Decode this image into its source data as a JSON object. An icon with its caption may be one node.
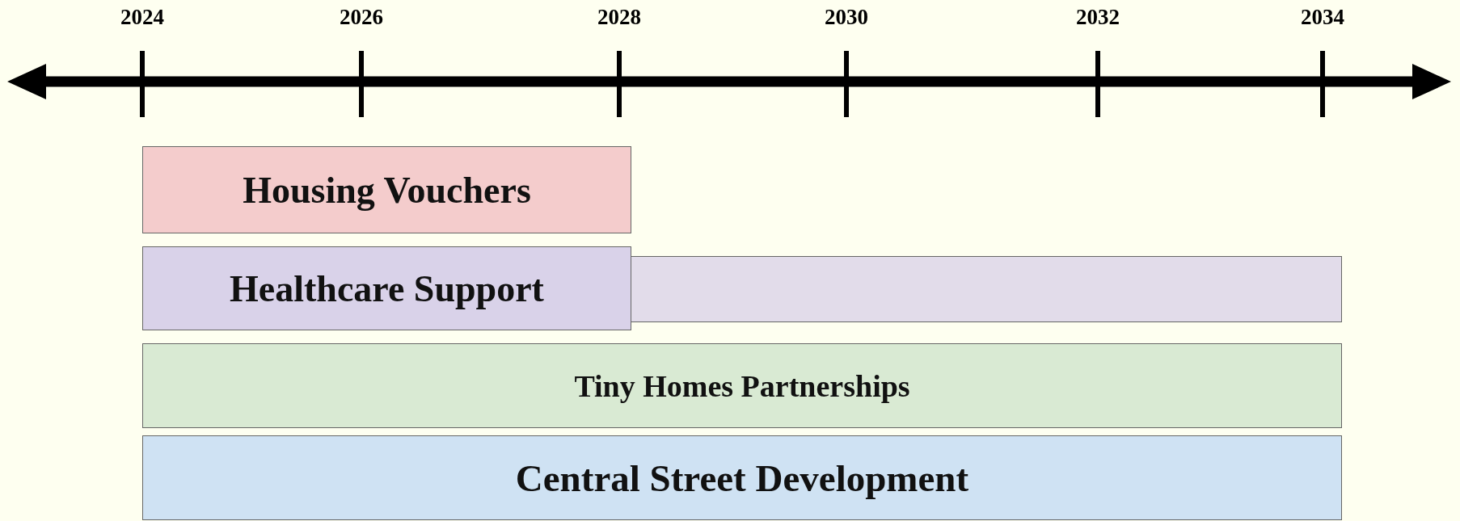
{
  "diagram": {
    "nodes": [
      {
        "text": [
          "Housing Vouchers"
        ]
      },
      {
        "text": [
          "Healthcare Support"
        ]
      },
      {
        "text": [],
        "shape": "bar"
      },
      {
        "text": [
          "Tiny Homes Partnerships"
        ]
      },
      {
        "text": [
          "Central Street Development"
        ]
      }
    ],
    "edges": [],
    "labels": [
      "2024",
      "2026",
      "2028",
      "2030",
      "2032",
      "2034"
    ]
  }
}
